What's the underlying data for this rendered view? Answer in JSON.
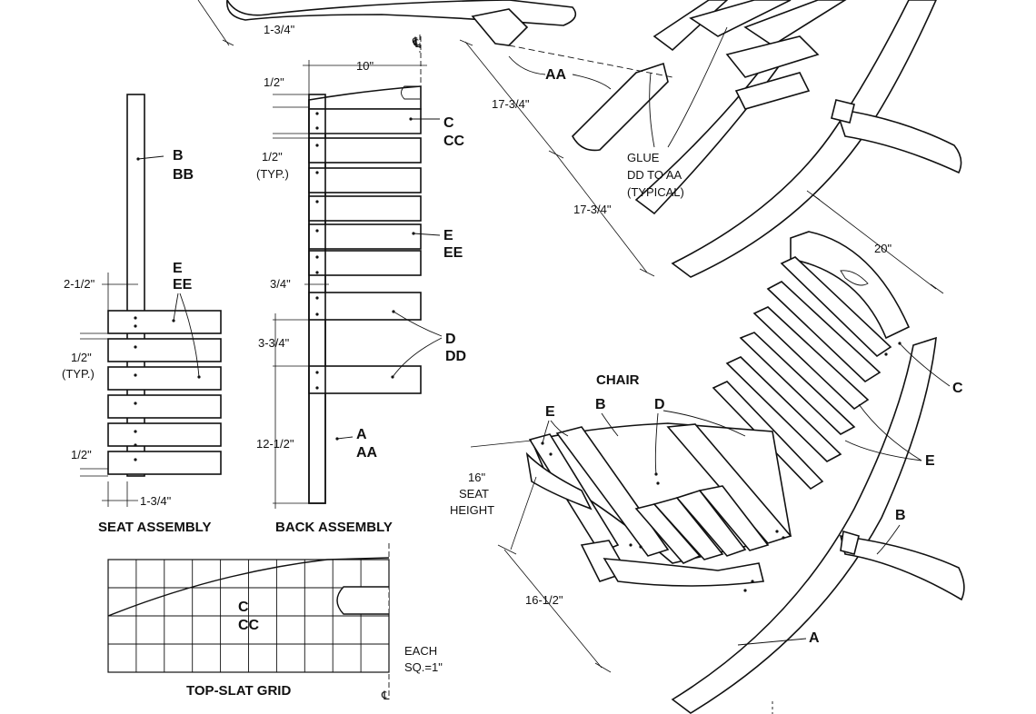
{
  "seat_assembly": {
    "title": "SEAT ASSEMBLY",
    "part_b": "B",
    "part_bb": "BB",
    "part_e": "E",
    "part_ee": "EE",
    "dim_2_1_2": "2-1/2\"",
    "dim_1_2_typ": "1/2\"",
    "dim_typ": "(TYP.)",
    "dim_1_2_bottom": "1/2\"",
    "dim_1_3_4": "1-3/4\""
  },
  "back_assembly": {
    "title": "BACK ASSEMBLY",
    "centerline": "℄",
    "dim_10": "10\"",
    "dim_1_2_top": "1/2\"",
    "dim_1_2_typ": "1/2\"",
    "dim_typ": "(TYP.)",
    "dim_3_4": "3/4\"",
    "dim_3_3_4": "3-3/4\"",
    "dim_12_1_2": "12-1/2\"",
    "part_c": "C",
    "part_cc": "CC",
    "part_e": "E",
    "part_ee": "EE",
    "part_d": "D",
    "part_dd": "DD",
    "part_a": "A",
    "part_aa": "AA"
  },
  "top_slat_grid": {
    "title": "TOP-SLAT GRID",
    "part_c": "C",
    "part_cc": "CC",
    "note_line1": "EACH",
    "note_line2": "SQ.=1\"",
    "centerline": "℄"
  },
  "top_detail": {
    "dim_1_3_4": "1-3/4\"",
    "centerline": "℄",
    "part_aa": "AA",
    "dim_17_3_4_a": "17-3/4\"",
    "dim_17_3_4_b": "17-3/4\"",
    "glue_line1": "GLUE",
    "glue_line2": "DD TO AA",
    "glue_line3": "(TYPICAL)"
  },
  "chair": {
    "title": "CHAIR",
    "part_e": "E",
    "part_b": "B",
    "part_d": "D",
    "part_c": "C",
    "part_e_right": "E",
    "part_b_right": "B",
    "part_a": "A",
    "dim_20": "20\"",
    "seat_line1": "16\"",
    "seat_line2": "SEAT",
    "seat_line3": "HEIGHT",
    "dim_16_1_2": "16-1/2\""
  }
}
